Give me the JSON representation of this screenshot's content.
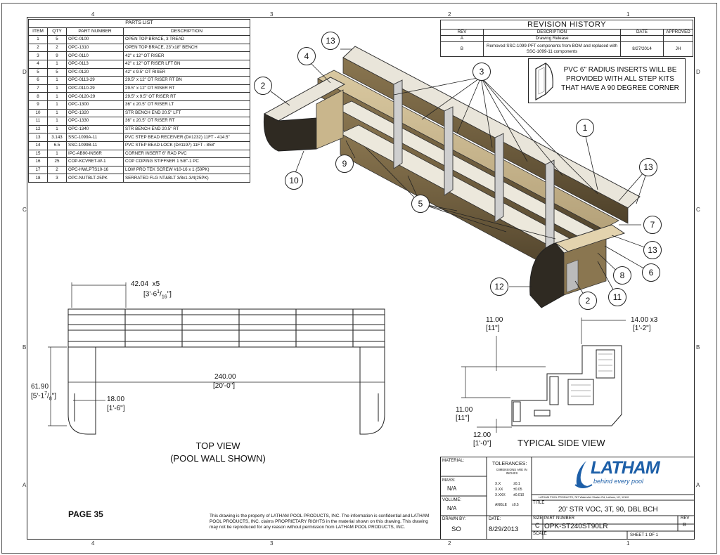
{
  "zones": {
    "top": [
      "4",
      "3",
      "2",
      "1"
    ],
    "bottom": [
      "4",
      "3",
      "2",
      "1"
    ],
    "left": [
      "D",
      "C",
      "B",
      "A"
    ],
    "right": [
      "D",
      "C",
      "B",
      "A"
    ]
  },
  "parts_list": {
    "title": "PARTS LIST",
    "headers": [
      "ITEM",
      "QTY",
      "PART NUMBER",
      "DESCRIPTION"
    ],
    "rows": [
      [
        "1",
        "5",
        "OPC-0100",
        "OPEN TOP BRACE, 3 TREAD"
      ],
      [
        "2",
        "2",
        "OPC-1310",
        "OPEN TOP BRACE, 23\"x18\" BENCH"
      ],
      [
        "3",
        "9",
        "OPC-0110",
        "42\" x 12\" OT RISER"
      ],
      [
        "4",
        "1",
        "OPC-0113",
        "42\" x 12\" OT RISER LFT BN"
      ],
      [
        "5",
        "5",
        "OPC-0120",
        "42\" x 9.5\" OT RISER"
      ],
      [
        "6",
        "1",
        "OPC-0113-29",
        "29.5\" x 12\" OT RISER RT BN"
      ],
      [
        "7",
        "1",
        "OPC-0110-29",
        "29.5\" x 12\" OT RISER RT"
      ],
      [
        "8",
        "1",
        "OPC-0120-29",
        "29.5\" x 9.5\" OT RISER RT"
      ],
      [
        "9",
        "1",
        "OPC-1300",
        "36\" x 20.5\" OT RISER LT"
      ],
      [
        "10",
        "1",
        "OPC-1320",
        "STR BENCH END 20.5\" LFT"
      ],
      [
        "11",
        "1",
        "OPC-1330",
        "36\" x 20.5\" OT RISER RT"
      ],
      [
        "12",
        "1",
        "OPC-1340",
        "STR BENCH END 20.5\" RT"
      ],
      [
        "13",
        "3.143",
        "SSC-1099A-11",
        "PVC STEP BEAD RECEIVER (D#1232) 11FT - 414.5\""
      ],
      [
        "14",
        "6.5",
        "SSC-1099B-11",
        "PVC STEP BEAD LOCK (D#1197) 11FT - 858\""
      ],
      [
        "15",
        "1",
        "IPC-AB90-INS6R",
        "CORNER INSERT 6\" RAD PVC"
      ],
      [
        "16",
        "25",
        "COP-KCVRET-W-1",
        "COP COPING STIFFNER 1 5/8\"-1 PC"
      ],
      [
        "17",
        "2",
        "OPC-HWLPTS10-16",
        "LOW PRO TEK SCREW #10-16 x 1 (50PK)"
      ],
      [
        "18",
        "3",
        "OPC-NUTBLT-25PK",
        "SERRATED FLG NT&BLT 3/8x1-3/4(25PK)"
      ]
    ]
  },
  "revision_history": {
    "title": "REVISION HISTORY",
    "headers": [
      "REV",
      "DESCRIPTION",
      "DATE",
      "APPROVED"
    ],
    "rows": [
      {
        "rev": "A",
        "description": "Drawing Release",
        "date": "",
        "approved": ""
      },
      {
        "rev": "B",
        "description": "Removed SSC-1099-PFT components from BOM and replaced with SSC-1099-11 components",
        "date": "8/27/2014",
        "approved": "JH"
      }
    ]
  },
  "note": "PVC 6\" RADIUS INSERTS WILL BE PROVIDED WITH ALL STEP KITS THAT HAVE A 90 DEGREE CORNER",
  "balloons": [
    "13",
    "4",
    "2",
    "10",
    "9",
    "3",
    "5",
    "1",
    "13",
    "7",
    "13",
    "6",
    "8",
    "11",
    "2",
    "12"
  ],
  "top_view": {
    "title_line1": "TOP VIEW",
    "title_line2": "(POOL WALL SHOWN)",
    "dim_tread": "42.04",
    "dim_tread_mult": "x5",
    "dim_tread_ft": "[3'-6",
    "dim_tread_frac_num": "1",
    "dim_tread_frac_den": "16",
    "dim_tread_close": "\"]",
    "dim_length": "240.00",
    "dim_length_ft": "[20'-0\"]",
    "dim_depth": "61.90",
    "dim_depth_ft": "[5'-1",
    "dim_depth_frac_num": "7",
    "dim_depth_frac_den": "8",
    "dim_depth_close": "\"]",
    "dim_bench": "18.00",
    "dim_bench_ft": "[1'-6\"]"
  },
  "side_view": {
    "title": "TYPICAL SIDE VIEW",
    "dim_rise": "11.00",
    "dim_rise_ft": "[11\"]",
    "dim_run": "14.00 x3",
    "dim_run_ft": "[1'-2\"]",
    "dim_rise2": "11.00",
    "dim_rise2_ft": "[11\"]",
    "dim_bottom": "12.00",
    "dim_bottom_ft": "[1'-0\"]"
  },
  "page_label": "PAGE 35",
  "disclaimer": "This drawing is the property of LATHAM POOL PRODUCTS, INC. The information is confidential and LATHAM POOL PRODUCTS, INC. claims PROPRIETARY RIGHTS in the material shown on this drawing. This drawing may not be reproduced for any reason without permission from LATHAM POOL PRODUCTS, INC.",
  "title_block": {
    "material_label": "MATERIAL:",
    "mass_label": "MASS:",
    "mass_value": "N/A",
    "volume_label": "VOLUME:",
    "volume_value": "N/A",
    "tolerances_label": "TOLERANCES:",
    "tolerances_sub": "DIMENSIONS ARE IN INCHES",
    "tol_x": "X.X",
    "tol_x_val": "±0.1",
    "tol_xx": "X.XX",
    "tol_xx_val": "±0.05",
    "tol_xxx": "X.XXX",
    "tol_xxx_val": "±0.010",
    "tol_angle": "ANGLE",
    "tol_angle_val": "±0.5",
    "drawn_by_label": "DRAWN BY:",
    "drawn_by": "SO",
    "date_label": "DATE:",
    "date": "8/29/2013",
    "logo": "LATHAM",
    "logo_tagline": "behind every pool",
    "company_address": "LATHAM POOL PRODUCTS, 787 Watervliet Shaker Rd, Latham, NY, 12110",
    "title_label": "TITLE",
    "title": "20' STR VOC, 3T, 90, DBL BCH",
    "size_label": "SIZE",
    "size": "C",
    "part_number_label": "PART NUMBER",
    "part_number": "OPK-ST240ST90LR",
    "rev_label": "REV",
    "rev": "B",
    "scale_label": "SCALE",
    "sheet": "SHEET 1  OF 1"
  },
  "colors": {
    "riser_wood": "#b5a27a",
    "riser_dark": "#5a4a32",
    "riser_light": "#e3d3ae",
    "logo_blue": "#1d5fa8"
  }
}
